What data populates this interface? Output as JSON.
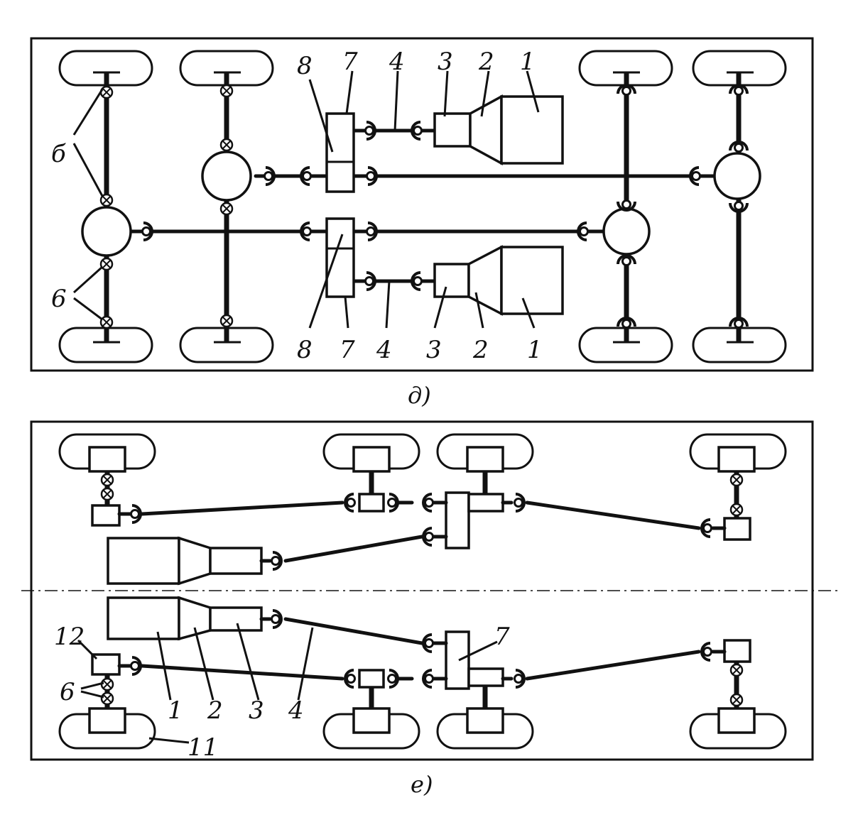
{
  "diagram_d": {
    "caption": "д)",
    "labels_top": [
      "8",
      "7",
      "4",
      "3",
      "2",
      "1"
    ],
    "labels_bottom": [
      "8",
      "7",
      "4",
      "3",
      "2",
      "1"
    ],
    "label_six_top": "б",
    "label_six_bottom": "6"
  },
  "diagram_e": {
    "caption": "е)",
    "labels": [
      "12",
      "6",
      "1",
      "2",
      "3",
      "4",
      "7",
      "11"
    ]
  },
  "colors": {
    "ink": "#111111",
    "paper": "#ffffff"
  },
  "icons": [
    "wheel",
    "differential",
    "cardan-joint",
    "cv-joint",
    "engine",
    "gearbox",
    "transfer-case",
    "wheel-motor"
  ]
}
